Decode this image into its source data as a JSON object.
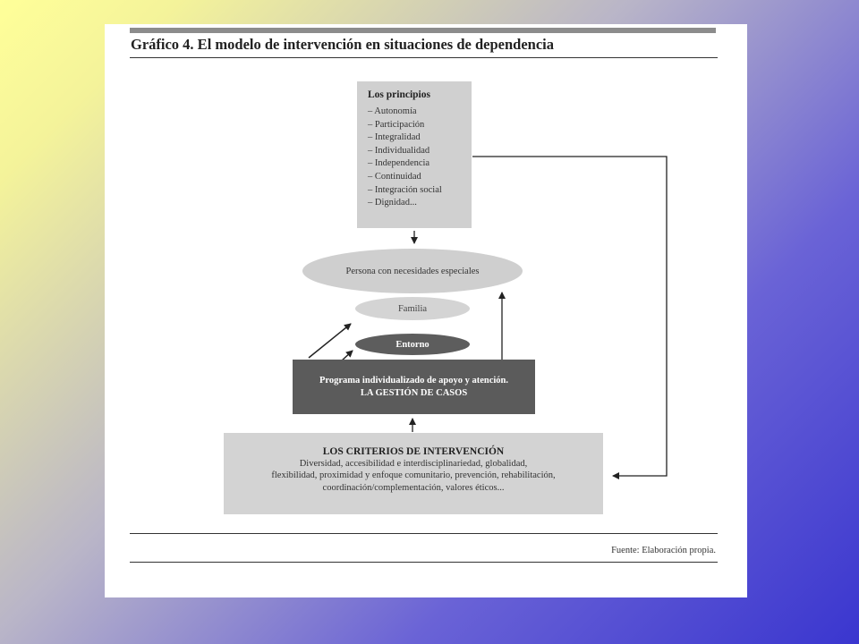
{
  "title": "Gráfico 4. El modelo de intervención en situaciones de dependencia",
  "principles": {
    "title": "Los principios",
    "items": [
      "– Autonomía",
      "– Participación",
      "– Integralidad",
      "– Individualidad",
      "– Independencia",
      "– Continuidad",
      "– Integración social",
      "– Dignidad..."
    ]
  },
  "persona": "Persona con necesidades especiales",
  "familia": "Familia",
  "entorno": "Entorno",
  "program": {
    "line1": "Programa individualizado de apoyo y atención.",
    "line2": "LA GESTIÓN DE CASOS"
  },
  "criteria": {
    "title": "LOS CRITERIOS DE INTERVENCIÓN",
    "lines": [
      "Diversidad, accesibilidad e interdisciplinariedad, globalidad,",
      "flexibilidad, proximidad y enfoque comunitario, prevención, rehabilitación,",
      "coordinación/complementación, valores éticos..."
    ]
  },
  "source": "Fuente: Elaboración propia.",
  "colors": {
    "background_yellow": "#ffff99",
    "background_blue": "#3a36cf",
    "box_light": "#d0d0d0",
    "box_dark": "#5b5b5b"
  }
}
